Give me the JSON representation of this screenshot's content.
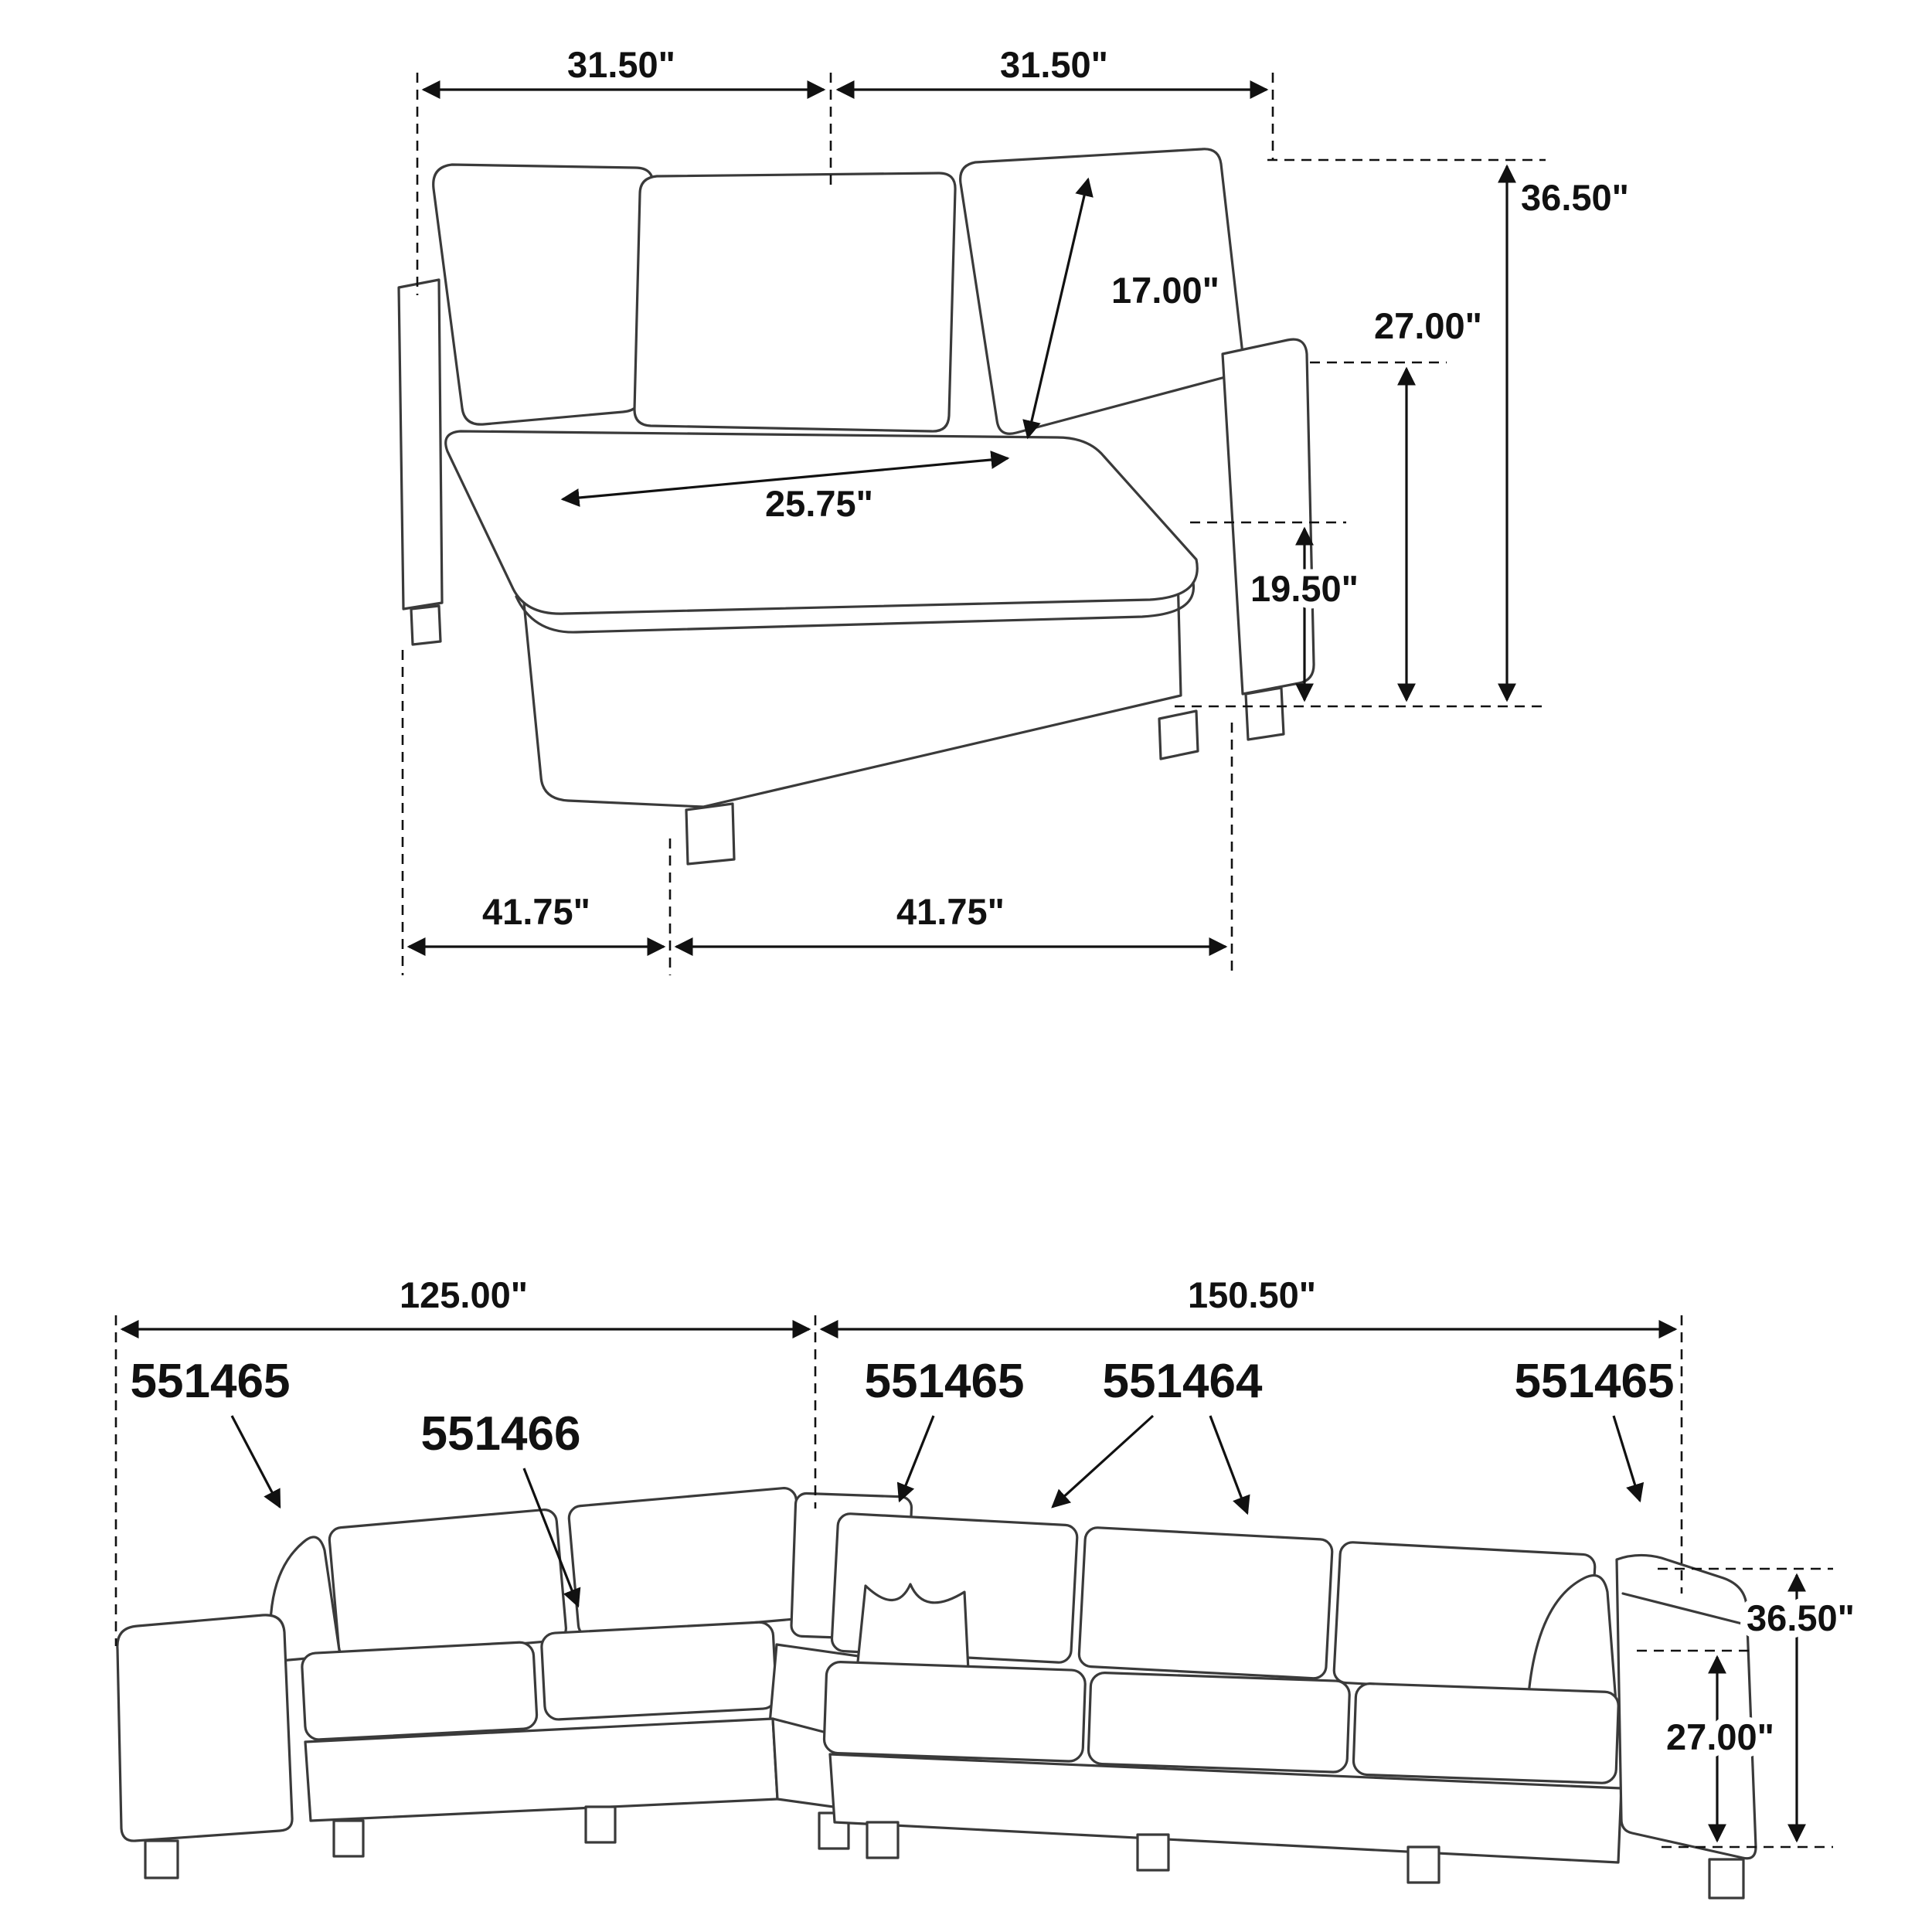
{
  "corner_module": {
    "dim_width_left": "31.50\"",
    "dim_width_right": "31.50\"",
    "dim_back_cushion_height": "17.00\"",
    "dim_overall_height": "36.50\"",
    "dim_arm_height": "27.00\"",
    "dim_seat_depth": "25.75\"",
    "dim_seat_height": "19.50\"",
    "dim_depth_left": "41.75\"",
    "dim_depth_right": "41.75\""
  },
  "sectional": {
    "dim_left_width": "125.00\"",
    "dim_right_width": "150.50\"",
    "dim_overall_height": "36.50\"",
    "dim_seat_height": "27.00\"",
    "sku_labels": [
      {
        "sku": "551465"
      },
      {
        "sku": "551466"
      },
      {
        "sku": "551465"
      },
      {
        "sku": "551464"
      },
      {
        "sku": "551465"
      }
    ]
  }
}
